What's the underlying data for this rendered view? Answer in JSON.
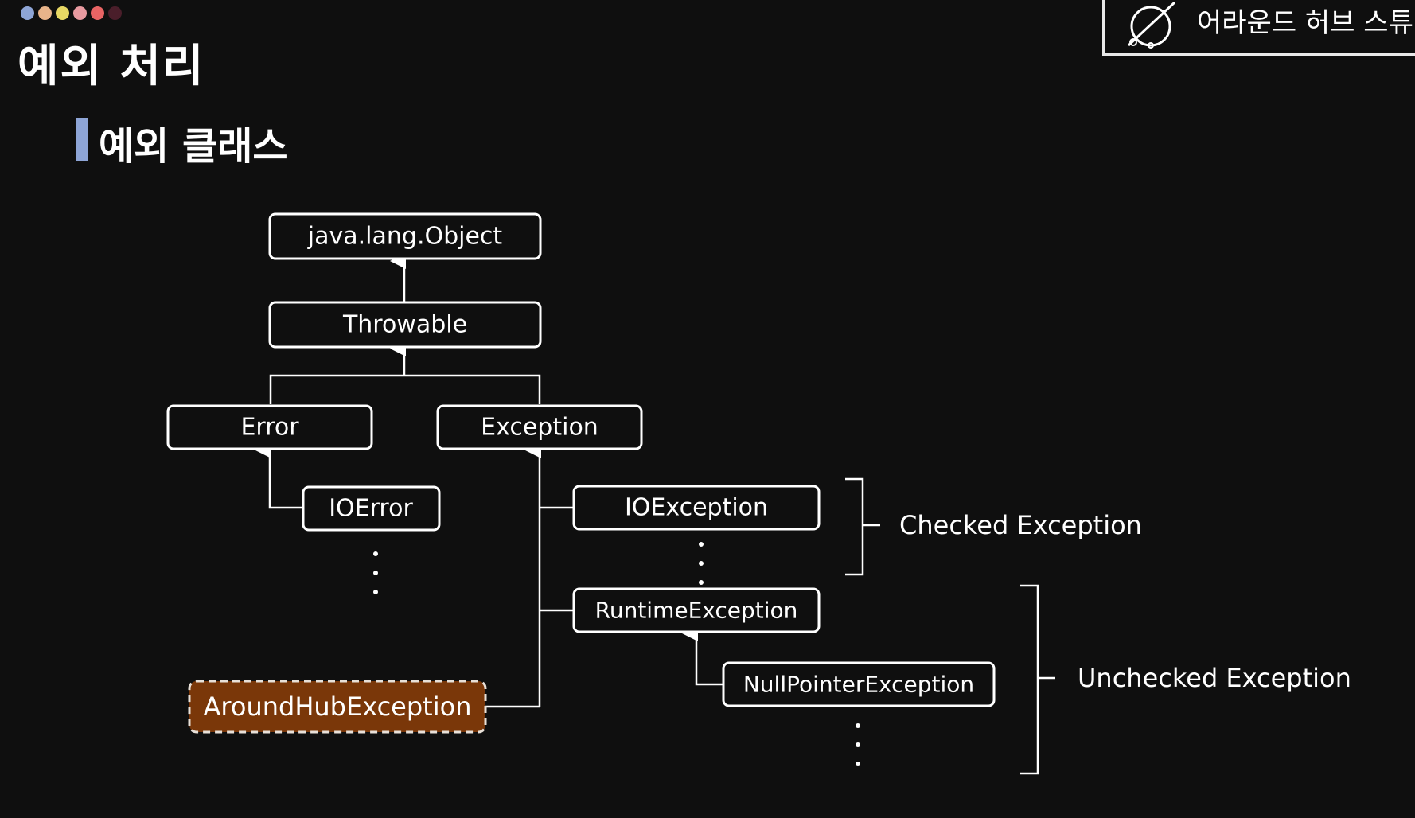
{
  "header": {
    "title": "예외 처리",
    "subtitle": "예외 클래스",
    "progress_dot_colors": [
      "#8ea5d6",
      "#e8b48a",
      "#e8d864",
      "#e89aa0",
      "#e86464",
      "#4a1e2a"
    ]
  },
  "brand": {
    "name": "어라운드 허브 스튜디오",
    "logo_icon": "planet-logo-icon"
  },
  "diagram": {
    "nodes": {
      "object": "java.lang.Object",
      "throwable": "Throwable",
      "error": "Error",
      "exception": "Exception",
      "ioerror": "IOError",
      "ioexception": "IOException",
      "runtimeexception": "RuntimeException",
      "nullpointerexception": "NullPointerException",
      "aroundhubexception": "AroundHubException"
    },
    "groups": {
      "checked": "Checked Exception",
      "unchecked": "Unchecked Exception"
    },
    "custom_node_color": "#7a3709"
  }
}
